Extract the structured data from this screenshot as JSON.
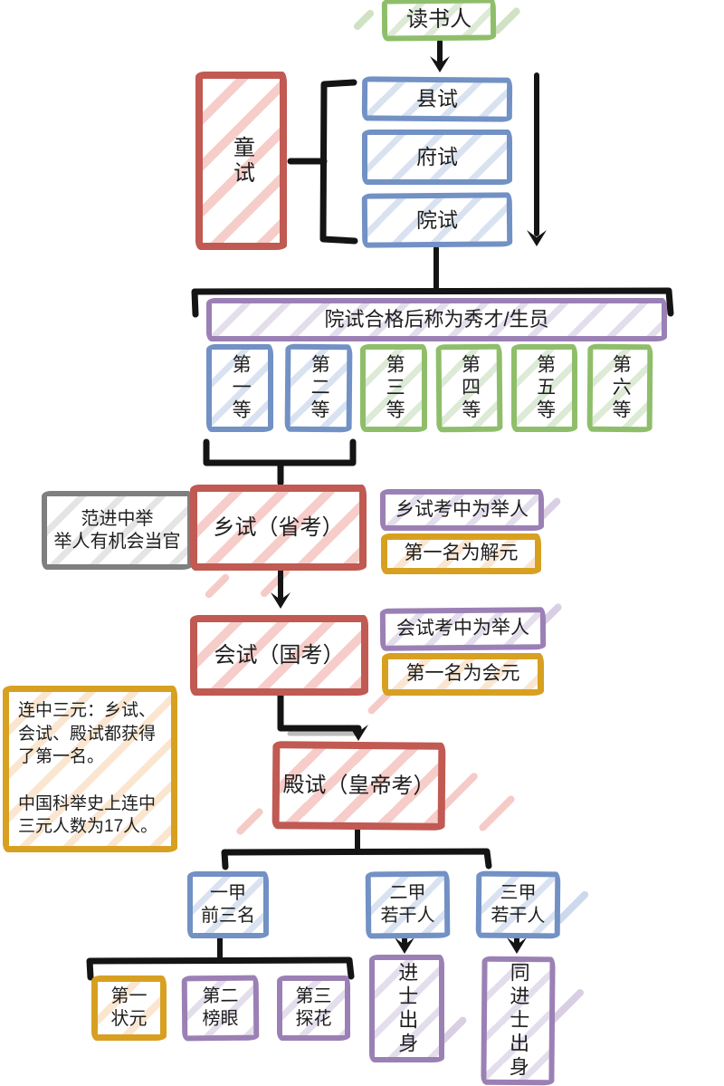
{
  "flow": {
    "reader": "读书人",
    "tongshi": "童试",
    "exams": [
      "县试",
      "府试",
      "院试"
    ],
    "banner": "院试合格后称为秀才/生员",
    "grades": [
      "第一等",
      "第二等",
      "第三等",
      "第四等",
      "第五等",
      "第六等"
    ],
    "fanjin_note": "范进中举\n举人有机会当官",
    "xiangshi": "乡试（省考）",
    "xiangshi_pass": "乡试考中为举人",
    "xiangshi_first": "第一名为解元",
    "huishi": "会试（国考）",
    "huishi_pass": "会试考中为举人",
    "huishi_first": "第一名为会元",
    "dianshi": "殿试（皇帝考）",
    "sanyuan_note": "连中三元：乡试、\n会试、殿试都获得\n了第一名。\n\n中国科举史上连中\n三元人数为17人。",
    "jia1": "一甲\n前三名",
    "jia2": "二甲\n若干人",
    "jia3": "三甲\n若干人",
    "rank1": "第一\n状元",
    "rank2": "第二\n榜眼",
    "rank3": "第三\n探花",
    "jinshi": "进士出身",
    "tongjinshi": "同进士出身"
  },
  "colors": {
    "green": "#8fbe6b",
    "blue": "#7291c4",
    "red": "#c05a52",
    "purple": "#9b80b5",
    "gold": "#d7a021",
    "gray": "#7f7f7f",
    "line": "#141414"
  }
}
